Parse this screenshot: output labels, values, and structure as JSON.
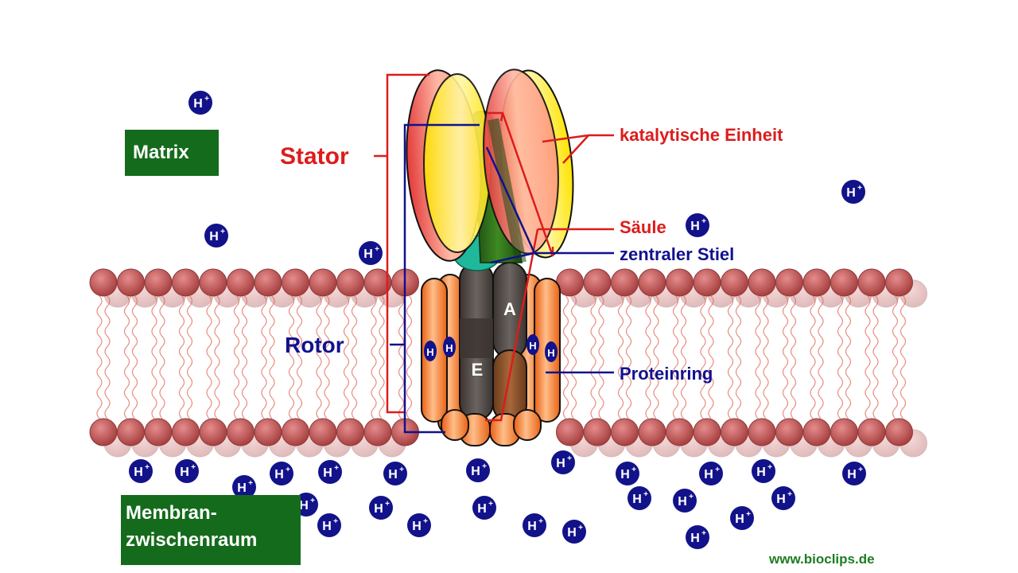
{
  "labels": {
    "stator": "Stator",
    "rotor": "Rotor",
    "katalytische_einheit": "katalytische Einheit",
    "saeule": "Säule",
    "zentraler_stiel": "zentraler Stiel",
    "proteinring": "Proteinring",
    "subunit_a": "A",
    "subunit_e": "E",
    "proton_in_ring": "H"
  },
  "boxes": {
    "matrix": "Matrix",
    "intermembrane_line1": "Membran-",
    "intermembrane_line2": "zwischenraum"
  },
  "proton": {
    "symbol": "H",
    "charge": "+"
  },
  "credit": "www.bioclips.de",
  "colors": {
    "stator": "#dd1c1c",
    "rotor": "#11118e",
    "label_box": "#156b1c",
    "proton": "#12128a",
    "lipid_head": "#b84a4a",
    "ring": "#f07a20",
    "credit": "#1d7d22"
  }
}
